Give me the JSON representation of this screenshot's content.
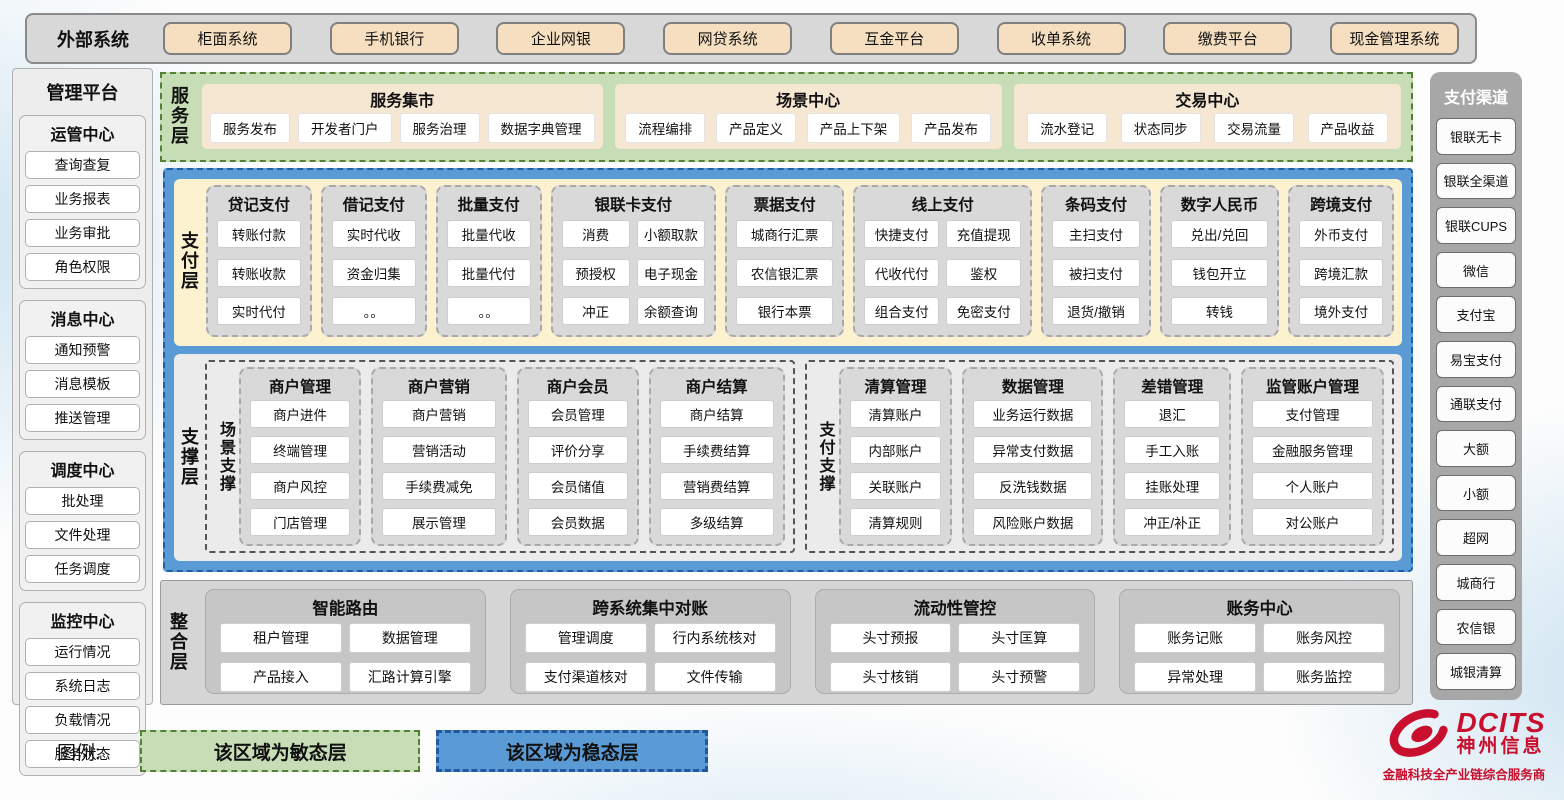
{
  "external_systems": {
    "label": "外部系统",
    "items": [
      "柜面系统",
      "手机银行",
      "企业网银",
      "网贷系统",
      "互金平台",
      "收单系统",
      "缴费平台",
      "现金管理系统"
    ]
  },
  "management_platform": {
    "title": "管理平台",
    "groups": [
      {
        "title": "运管中心",
        "items": [
          "查询查复",
          "业务报表",
          "业务审批",
          "角色权限"
        ]
      },
      {
        "title": "消息中心",
        "items": [
          "通知预警",
          "消息模板",
          "推送管理"
        ]
      },
      {
        "title": "调度中心",
        "items": [
          "批处理",
          "文件处理",
          "任务调度"
        ]
      },
      {
        "title": "监控中心",
        "items": [
          "运行情况",
          "系统日志",
          "负载情况",
          "服务状态"
        ]
      }
    ]
  },
  "service_layer": {
    "label": "服务层",
    "groups": [
      {
        "title": "服务集市",
        "items": [
          "服务发布",
          "开发者门户",
          "服务治理",
          "数据字典管理"
        ]
      },
      {
        "title": "场景中心",
        "items": [
          "流程编排",
          "产品定义",
          "产品上下架",
          "产品发布"
        ]
      },
      {
        "title": "交易中心",
        "items": [
          "流水登记",
          "状态同步",
          "交易流量",
          "产品收益"
        ]
      }
    ]
  },
  "payment_layer": {
    "label": "支付层",
    "columns": [
      {
        "title": "贷记支付",
        "rows": [
          [
            "转账付款"
          ],
          [
            "转账收款"
          ],
          [
            "实时代付"
          ]
        ]
      },
      {
        "title": "借记支付",
        "rows": [
          [
            "实时代收"
          ],
          [
            "资金归集"
          ],
          [
            "。。"
          ]
        ]
      },
      {
        "title": "批量支付",
        "rows": [
          [
            "批量代收"
          ],
          [
            "批量代付"
          ],
          [
            "。。"
          ]
        ]
      },
      {
        "title": "银联卡支付",
        "rows": [
          [
            "消费",
            "小额取款"
          ],
          [
            "预授权",
            "电子现金"
          ],
          [
            "冲正",
            "余额查询"
          ]
        ]
      },
      {
        "title": "票据支付",
        "rows": [
          [
            "城商行汇票"
          ],
          [
            "农信银汇票"
          ],
          [
            "银行本票"
          ]
        ]
      },
      {
        "title": "线上支付",
        "rows": [
          [
            "快捷支付",
            "充值提现"
          ],
          [
            "代收代付",
            "鉴权"
          ],
          [
            "组合支付",
            "免密支付"
          ]
        ]
      },
      {
        "title": "条码支付",
        "rows": [
          [
            "主扫支付"
          ],
          [
            "被扫支付"
          ],
          [
            "退货/撤销"
          ]
        ]
      },
      {
        "title": "数字人民币",
        "rows": [
          [
            "兑出/兑回"
          ],
          [
            "钱包开立"
          ],
          [
            "转钱"
          ]
        ]
      },
      {
        "title": "跨境支付",
        "rows": [
          [
            "外币支付"
          ],
          [
            "跨境汇款"
          ],
          [
            "境外支付"
          ]
        ]
      }
    ]
  },
  "support_layer": {
    "label": "支撑层",
    "groups": [
      {
        "label": "场景支撑",
        "columns": [
          {
            "title": "商户管理",
            "rows": [
              [
                "商户进件"
              ],
              [
                "终端管理"
              ],
              [
                "商户风控"
              ],
              [
                "门店管理"
              ]
            ]
          },
          {
            "title": "商户营销",
            "rows": [
              [
                "商户营销"
              ],
              [
                "营销活动"
              ],
              [
                "手续费减免"
              ],
              [
                "展示管理"
              ]
            ]
          },
          {
            "title": "商户会员",
            "rows": [
              [
                "会员管理"
              ],
              [
                "评价分享"
              ],
              [
                "会员储值"
              ],
              [
                "会员数据"
              ]
            ]
          },
          {
            "title": "商户结算",
            "rows": [
              [
                "商户结算"
              ],
              [
                "手续费结算"
              ],
              [
                "营销费结算"
              ],
              [
                "多级结算"
              ]
            ]
          }
        ]
      },
      {
        "label": "支付支撑",
        "columns": [
          {
            "title": "清算管理",
            "rows": [
              [
                "清算账户"
              ],
              [
                "内部账户"
              ],
              [
                "关联账户"
              ],
              [
                "清算规则"
              ]
            ]
          },
          {
            "title": "数据管理",
            "rows": [
              [
                "业务运行数据"
              ],
              [
                "异常支付数据"
              ],
              [
                "反洗钱数据"
              ],
              [
                "风险账户数据"
              ]
            ]
          },
          {
            "title": "差错管理",
            "rows": [
              [
                "退汇"
              ],
              [
                "手工入账"
              ],
              [
                "挂账处理"
              ],
              [
                "冲正/补正"
              ]
            ]
          },
          {
            "title": "监管账户管理",
            "rows": [
              [
                "支付管理"
              ],
              [
                "金融服务管理"
              ],
              [
                "个人账户"
              ],
              [
                "对公账户"
              ]
            ]
          }
        ]
      }
    ]
  },
  "integration_layer": {
    "label": "整合层",
    "groups": [
      {
        "title": "智能路由",
        "rows": [
          [
            "租户管理",
            "数据管理"
          ],
          [
            "产品接入",
            "汇路计算引擎"
          ]
        ]
      },
      {
        "title": "跨系统集中对账",
        "rows": [
          [
            "管理调度",
            "行内系统核对"
          ],
          [
            "支付渠道核对",
            "文件传输"
          ]
        ]
      },
      {
        "title": "流动性管控",
        "rows": [
          [
            "头寸预报",
            "头寸匡算"
          ],
          [
            "头寸核销",
            "头寸预警"
          ]
        ]
      },
      {
        "title": "账务中心",
        "rows": [
          [
            "账务记账",
            "账务风控"
          ],
          [
            "异常处理",
            "账务监控"
          ]
        ]
      }
    ]
  },
  "payment_channels": {
    "title": "支付渠道",
    "items": [
      "银联无卡",
      "银联全渠道",
      "银联CUPS",
      "微信",
      "支付宝",
      "易宝支付",
      "通联支付",
      "大额",
      "小额",
      "超网",
      "城商行",
      "农信银",
      "城银清算"
    ]
  },
  "legend": {
    "label": "图例:",
    "agile_label": "该区域为敏态层",
    "stable_label": "该区域为稳态层"
  },
  "logo": {
    "brand": "DCITS",
    "company": "神州信息",
    "tagline": "金融科技全产业链综合服务商"
  },
  "colors": {
    "agile_green": "#c7ddb5",
    "green_border": "#538135",
    "stable_blue": "#5b9bd5",
    "blue_border": "#1f5fa6",
    "external_tan": "#f5dfc0",
    "payment_cream": "#fdf2d0",
    "panel_gray": "#d9d9d9",
    "scene_support_border_orange": "#e7a13f",
    "brand_red": "#c8102e"
  }
}
